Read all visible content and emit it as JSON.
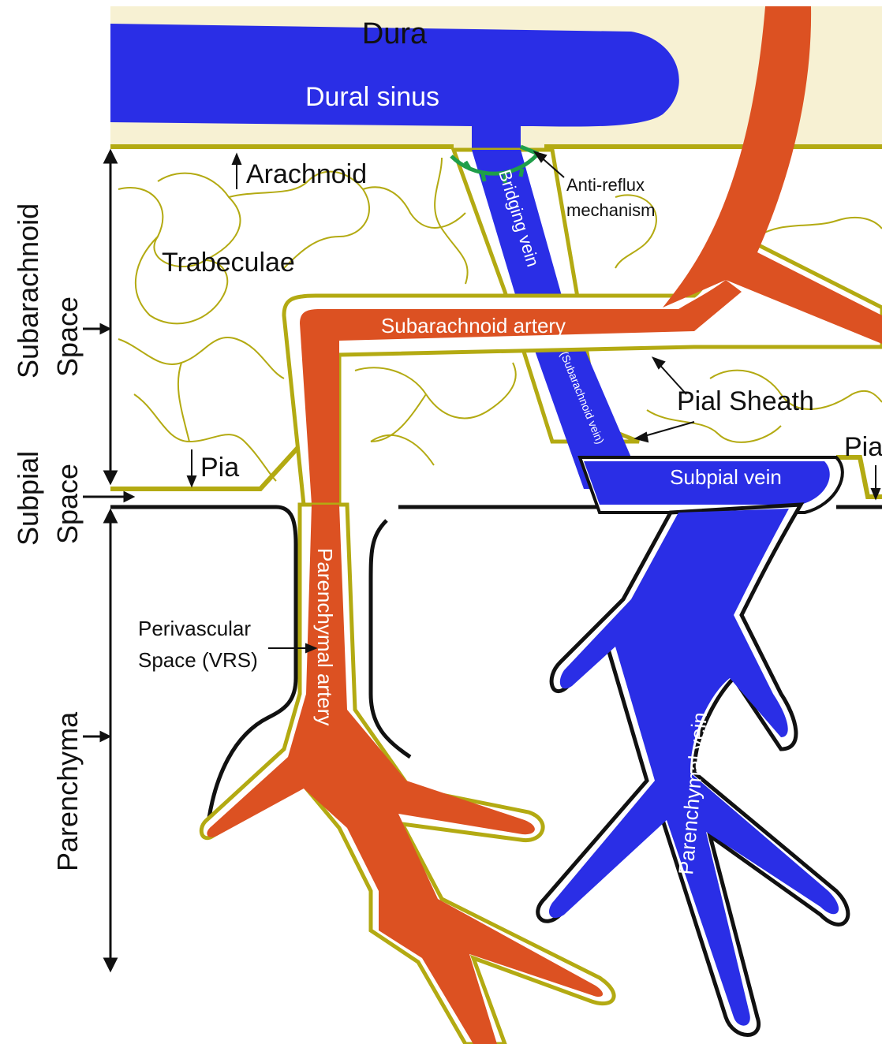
{
  "colors": {
    "dura": "#f7f1d3",
    "sinus_vein": "#2a2ee6",
    "artery": "#dc5122",
    "pial_sheath": "#b3aa12",
    "anti_reflux": "#1f9e4a",
    "outline": "#111111",
    "background": "#ffffff"
  },
  "labels": {
    "dura": "Dura",
    "dural_sinus": "Dural sinus",
    "arachnoid": "Arachnoid",
    "trabeculae": "Trabeculae",
    "anti_reflux_line1": "Anti-reflux",
    "anti_reflux_line2": "mechanism",
    "bridging_vein": "Bridging vein",
    "subarachnoid_artery": "Subarachnoid artery",
    "subarachnoid_vein": "(Subarachnoid vein)",
    "pial_sheath": "Pial Sheath",
    "pia_left": "Pia",
    "pia_right": "Pia",
    "subpial_vein": "Subpial vein",
    "perivascular_line1": "Perivascular",
    "perivascular_line2": "Space (VRS)",
    "parenchymal_artery": "Parenchymal artery",
    "parenchymal_vein": "Parenchymal vein"
  },
  "side_labels": {
    "subarachnoid_line1": "Subarachnoid",
    "subarachnoid_line2": "Space",
    "subpial_line1": "Subpial",
    "subpial_line2": "Space",
    "parenchyma": "Parenchyma"
  }
}
